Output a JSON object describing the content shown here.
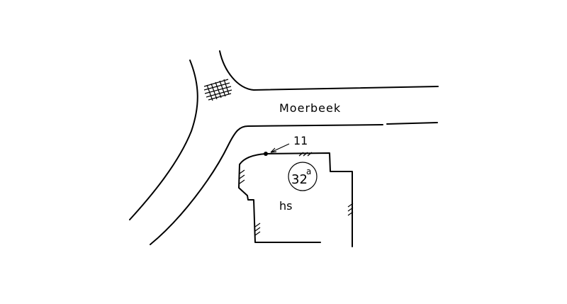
{
  "street": {
    "name": "Moerbeek"
  },
  "building": {
    "house_number": "32",
    "house_number_suffix": "a",
    "type_label": "hs"
  },
  "pointer": {
    "label": "11"
  }
}
